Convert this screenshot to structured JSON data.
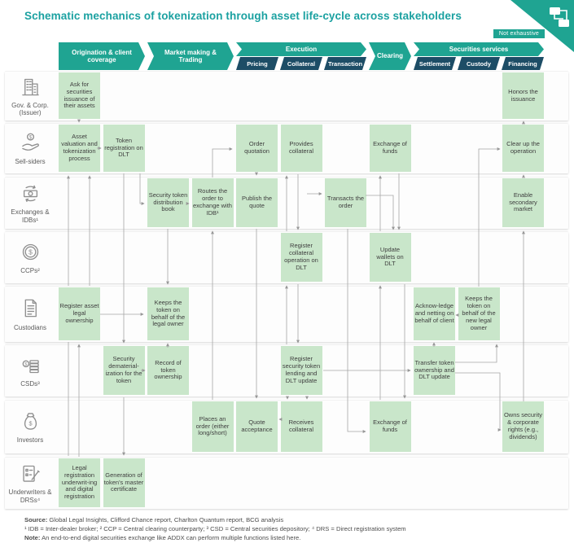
{
  "title": "Schematic mechanics of tokenization through asset life-cycle across stakeholders",
  "badge": "Not exhaustive",
  "colors": {
    "teal": "#1ba1a1",
    "teal2": "#1fa492",
    "navy": "#1d4d66",
    "green": "#c9e6ca"
  },
  "corner_icon": "flowchart-icon",
  "phases": [
    {
      "label": "Origination & client coverage",
      "sub": []
    },
    {
      "label": "Market making & Trading",
      "sub": []
    },
    {
      "label": "Execution",
      "sub": [
        "Pricing",
        "Collateral",
        "Transaction"
      ]
    },
    {
      "label": "Clearing",
      "sub": []
    },
    {
      "label": "Securities services",
      "sub": [
        "Settlement",
        "Custody",
        "Financing"
      ]
    }
  ],
  "stakeholders": [
    {
      "label": "Gov. & Corp. (Issuer)",
      "icon": "building-icon"
    },
    {
      "label": "Sell-siders",
      "icon": "hand-money-icon"
    },
    {
      "label": "Exchanges & IDBs¹",
      "icon": "exchange-icon"
    },
    {
      "label": "CCPs²",
      "icon": "coin-icon"
    },
    {
      "label": "Custodians",
      "icon": "document-icon"
    },
    {
      "label": "CSDs³",
      "icon": "coins-stack-icon"
    },
    {
      "label": "Investors",
      "icon": "money-bag-icon"
    },
    {
      "label": "Underwriters & DRSs⁴",
      "icon": "clipboard-pen-icon"
    }
  ],
  "boxes": [
    {
      "row": 0,
      "col": 0,
      "text": "Ask for securities issuance of their assets"
    },
    {
      "row": 0,
      "col": 10,
      "text": "Honors the issuance"
    },
    {
      "row": 1,
      "col": 0,
      "text": "Asset valuation and tokenization process"
    },
    {
      "row": 1,
      "col": 1,
      "text": "Token registration on DLT"
    },
    {
      "row": 1,
      "col": 4,
      "text": "Order quotation"
    },
    {
      "row": 1,
      "col": 5,
      "text": "Provides collateral"
    },
    {
      "row": 1,
      "col": 7,
      "text": "Exchange of funds"
    },
    {
      "row": 1,
      "col": 10,
      "text": "Clear up the operation"
    },
    {
      "row": 2,
      "col": 2,
      "text": "Security token distribution book"
    },
    {
      "row": 2,
      "col": 3,
      "text": "Routes the order to exchange with IDB¹"
    },
    {
      "row": 2,
      "col": 4,
      "text": "Publish the quote"
    },
    {
      "row": 2,
      "col": 6,
      "text": "Transacts the order"
    },
    {
      "row": 2,
      "col": 10,
      "text": "Enable secondary market"
    },
    {
      "row": 3,
      "col": 5,
      "text": "Register collateral operation on DLT"
    },
    {
      "row": 3,
      "col": 7,
      "text": "Update wallets on DLT"
    },
    {
      "row": 4,
      "col": 0,
      "text": "Register asset legal ownership"
    },
    {
      "row": 4,
      "col": 2,
      "text": "Keeps the token on behalf of the legal owner"
    },
    {
      "row": 4,
      "col": 8,
      "text": "Acknow-ledge and netting on behalf of client"
    },
    {
      "row": 4,
      "col": 9,
      "text": "Keeps the token on behalf of the new legal owner"
    },
    {
      "row": 5,
      "col": 1,
      "text": "Security dematerial-ization for the token"
    },
    {
      "row": 5,
      "col": 2,
      "text": "Record of token ownership"
    },
    {
      "row": 5,
      "col": 5,
      "text": "Register security token lending and DLT update"
    },
    {
      "row": 5,
      "col": 8,
      "text": "Transfer token ownership and DLT update"
    },
    {
      "row": 6,
      "col": 3,
      "text": "Places an order (either long/short)"
    },
    {
      "row": 6,
      "col": 4,
      "text": "Quote acceptance"
    },
    {
      "row": 6,
      "col": 5,
      "text": "Receives collateral"
    },
    {
      "row": 6,
      "col": 7,
      "text": "Exchange of funds"
    },
    {
      "row": 6,
      "col": 10,
      "text": "Owns security & corporate rights (e.g., dividends)"
    },
    {
      "row": 7,
      "col": 0,
      "text": "Legal registration underwrit-ing and digital registration"
    },
    {
      "row": 7,
      "col": 1,
      "text": "Generation of token's master certificate"
    }
  ],
  "footer": {
    "source_prefix": "Source:",
    "source": " Global Legal Insights, Clifford Chance report, Charlton Quantum report, BCG analysis",
    "footnotes": "¹ IDB = Inter-dealer broker; ² CCP = Central clearing counterparty; ³ CSD = Central securities depository; ⁴ DRS = Direct registration system",
    "note_prefix": "Note:",
    "note": " An end-to-end digital securities exchange like ADDX can perform multiple functions listed here."
  }
}
